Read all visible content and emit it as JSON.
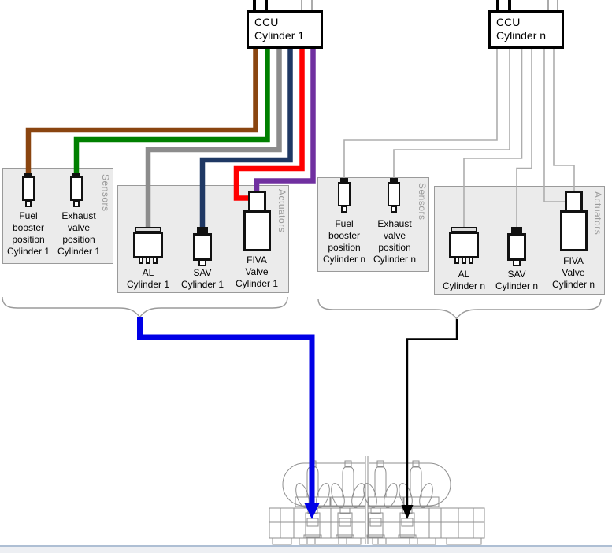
{
  "ccu_cyl1": {
    "line1": "CCU",
    "line2": "Cylinder 1"
  },
  "ccu_cyln": {
    "line1": "CCU",
    "line2": "Cylinder n"
  },
  "cyl1": {
    "sensors_label": "Sensors",
    "actuators_label": "Actuators",
    "fuel_booster": {
      "lines": [
        "Fuel",
        "booster",
        "position",
        "Cylinder 1"
      ]
    },
    "exhaust_valve": {
      "lines": [
        "Exhaust",
        "valve",
        "position",
        "Cylinder 1"
      ]
    },
    "al": {
      "lines": [
        "AL",
        "Cylinder 1"
      ]
    },
    "sav": {
      "lines": [
        "SAV",
        "Cylinder 1"
      ]
    },
    "fiva": {
      "lines": [
        "FIVA",
        "Valve",
        "Cylinder 1"
      ]
    }
  },
  "cyln": {
    "sensors_label": "Sensors",
    "actuators_label": "Actuators",
    "fuel_booster": {
      "lines": [
        "Fuel",
        "booster",
        "position",
        "Cylinder n"
      ]
    },
    "exhaust_valve": {
      "lines": [
        "Exhaust",
        "valve",
        "position",
        "Cylinder n"
      ]
    },
    "al": {
      "lines": [
        "AL",
        "Cylinder n"
      ]
    },
    "sav": {
      "lines": [
        "SAV",
        "Cylinder n"
      ]
    },
    "fiva": {
      "lines": [
        "FIVA",
        "Valve",
        "Cylinder n"
      ]
    }
  },
  "wires": {
    "cyl1_fuel_booster_color": "#8a4510",
    "cyl1_exhaust_valve_color": "#008000",
    "cyl1_al_color": "#8c8c8c",
    "cyl1_sav_color": "#1f3864",
    "cyl1_fiva_left_color": "#ff0000",
    "cyl1_fiva_top_color": "#7030a0",
    "cyln_color": "#adadad",
    "uplink_black_color": "#000000",
    "uplink_gray_color": "#ababab",
    "cyl1_bus_color": "#0000e6",
    "cyln_bus_color": "#000000"
  },
  "diagram_colors": {
    "brace": "#9a9a9a",
    "engine_outline": "#8f8f8f",
    "bottom_bar_fill": "#edeff3",
    "bottom_bar_line": "#aebfd4"
  }
}
